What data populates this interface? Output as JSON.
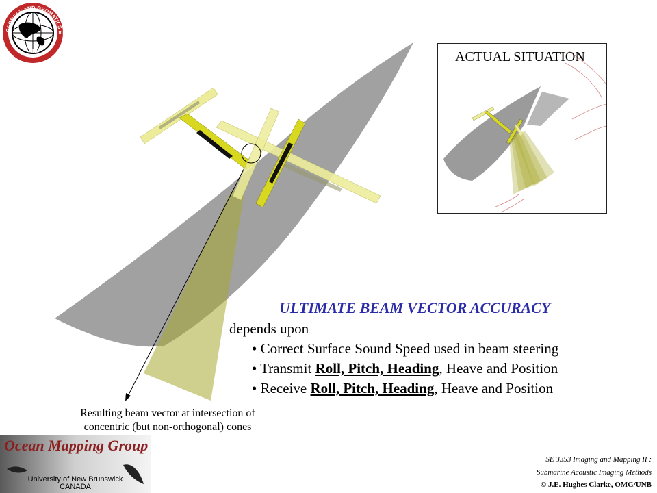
{
  "seal": {
    "text_top": "GEODESY AND GEOMATICS ENGINEERING",
    "text_bottom": "UNB",
    "ring_color": "#c0282a"
  },
  "inset": {
    "title": "ACTUAL SITUATION"
  },
  "main": {
    "headline": "ULTIMATE BEAM VECTOR ACCURACY",
    "depends": "depends upon",
    "bullets": [
      {
        "prefix": "• Correct Surface Sound Speed used in beam steering",
        "bold": "",
        "suffix": ""
      },
      {
        "prefix": "• Transmit ",
        "bold": "Roll, Pitch, Heading",
        "suffix": ", Heave and Position"
      },
      {
        "prefix": "• Receive ",
        "bold": "Roll, Pitch, Heading",
        "suffix": ", Heave and Position"
      }
    ],
    "caption_line1": "Resulting beam vector at intersection of",
    "caption_line2": "concentric (but non-orthogonal) cones"
  },
  "footer": {
    "omg_title": "Ocean Mapping Group",
    "univ_line1": "University of New Brunswick",
    "univ_line2": "CANADA",
    "course_line1": "SE 3353 Imaging and Mapping II :",
    "course_line2": "Submarine Acoustic Imaging Methods",
    "copyright": "© J.E. Hughes Clarke, OMG/UNB"
  },
  "colors": {
    "headline": "#2b2ba8",
    "fan": "#8a8a8a",
    "beam": "#a8a832",
    "array_bright": "#d8d820",
    "array_pale": "#ecec9a",
    "omg_red": "#8a1f1f"
  }
}
